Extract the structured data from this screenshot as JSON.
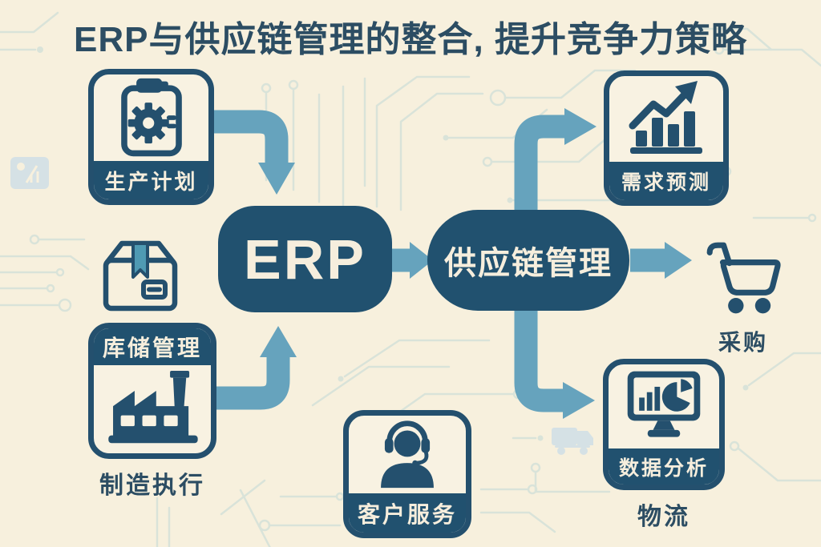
{
  "title": "ERP与供应链管理的整合, 提升竞争力策略",
  "nodes": {
    "production_planning": {
      "label": "生产计划",
      "icon": "clipboard-gear-icon"
    },
    "warehouse_management": {
      "label": "库储管理",
      "icon": "package-box-icon"
    },
    "manufacturing_execution": {
      "label": "制造执行",
      "icon": "factory-icon"
    },
    "erp": {
      "label": "ERP"
    },
    "supply_chain_management": {
      "label": "供应链管理"
    },
    "demand_forecasting": {
      "label": "需求预测",
      "icon": "bar-chart-trend-icon"
    },
    "procurement": {
      "label": "采购",
      "icon": "shopping-cart-icon"
    },
    "data_analysis": {
      "label": "数据分析",
      "icon": "monitor-analytics-icon"
    },
    "logistics": {
      "label": "物流"
    },
    "customer_service": {
      "label": "客户服务",
      "icon": "headset-agent-icon"
    }
  },
  "flows": [
    {
      "from": "production_planning",
      "to": "erp"
    },
    {
      "from": "manufacturing_execution",
      "to": "erp"
    },
    {
      "from": "erp",
      "to": "supply_chain_management"
    },
    {
      "from": "supply_chain_management",
      "to": "demand_forecasting"
    },
    {
      "from": "supply_chain_management",
      "to": "procurement"
    },
    {
      "from": "supply_chain_management",
      "to": "data_analysis"
    }
  ],
  "colors": {
    "background": "#f7f0dd",
    "node_fill": "#21516f",
    "node_border": "#24506e",
    "label_text": "#f6eedd",
    "title_text": "#2c4d63",
    "arrow": "#66a3bd",
    "tape_accent": "#4f9ab3",
    "circuit_trace": "#d9e3d9",
    "watermark": "#cddee8"
  }
}
